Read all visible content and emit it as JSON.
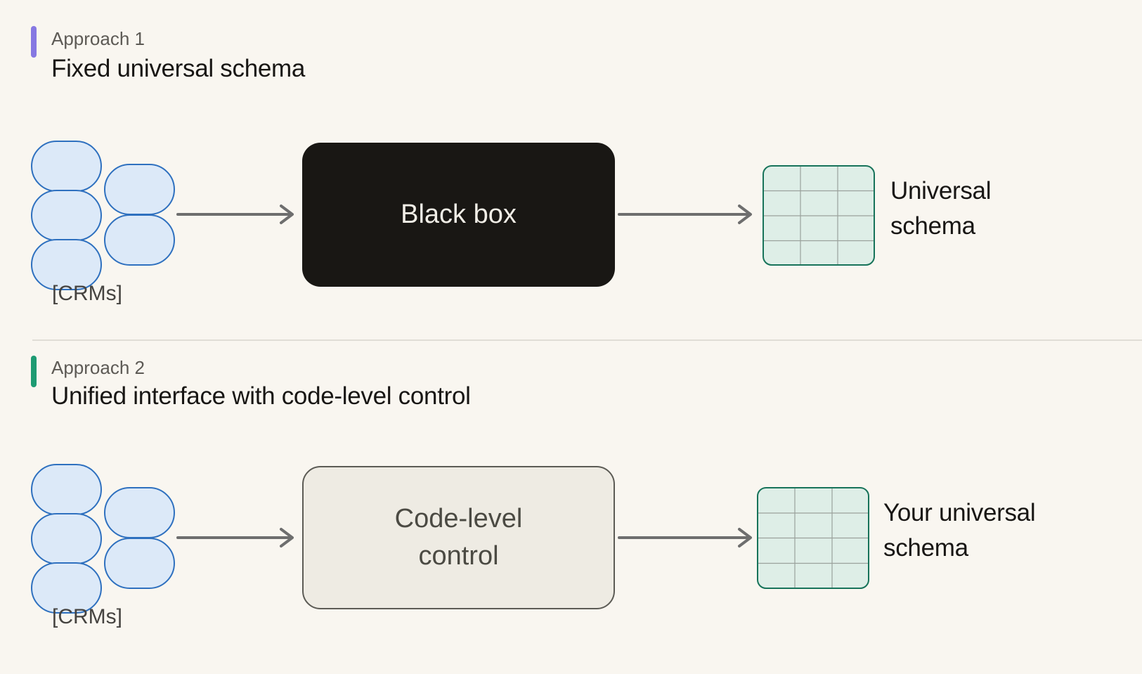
{
  "page": {
    "background": "#f9f6f0",
    "divider_color": "#e0ddd6"
  },
  "sections": [
    {
      "eyebrow": "Approach 1",
      "title": "Fixed universal schema",
      "accent_color": "#8678e2",
      "source": {
        "label": "[CRMs]",
        "pill_count": 5
      },
      "process_box": {
        "label": "Black box",
        "style": "dark",
        "fill": "#191714",
        "text_color": "#f0ede6"
      },
      "output": {
        "label": "Universal schema"
      }
    },
    {
      "eyebrow": "Approach 2",
      "title": "Unified interface with code-level control",
      "accent_color": "#1d9b72",
      "source": {
        "label": "[CRMs]",
        "pill_count": 5
      },
      "process_box": {
        "label": "Code-level control",
        "style": "light",
        "fill": "#eeebe3",
        "text_color": "#4b4a43"
      },
      "output": {
        "label": "Your universal schema"
      }
    }
  ],
  "shapes": {
    "crm_pill": {
      "fill": "#dce9f8",
      "stroke": "#2e70bf"
    },
    "schema_grid": {
      "fill": "#deeee7",
      "stroke": "#17735a",
      "inner_line": "#9aa29c",
      "rows": 4,
      "cols": 3
    },
    "arrow_color": "#6e6e6e"
  }
}
